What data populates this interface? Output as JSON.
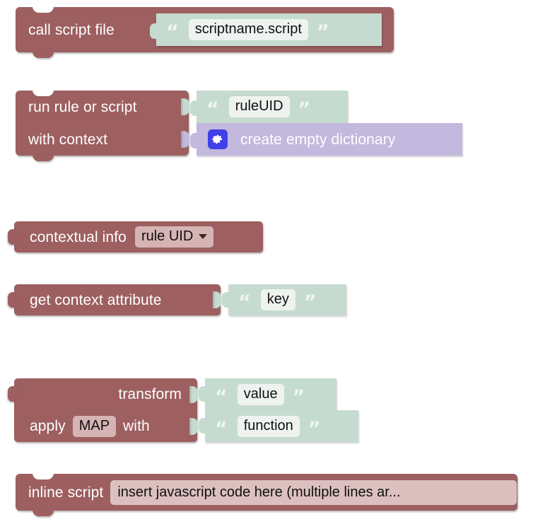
{
  "canvas": {
    "background": "#ffffff",
    "palette": {
      "block_maroon": "#9d5f60",
      "value_green": "#c6dbd0",
      "value_purple": "#c3b8dd",
      "field_light": "#eef3ef",
      "field_pink": "#d6b4b4",
      "field_script": "#dcc0c0",
      "gear_blue": "#4040e8",
      "label_text": "#ffffff",
      "field_text": "#111111"
    }
  },
  "blocks": [
    {
      "id": "call-script-file",
      "kind": "statement",
      "label": "call script file",
      "value": {
        "kind": "text-reporter",
        "open_quote": "“",
        "close_quote": "”",
        "field_value": "scriptname.script"
      }
    },
    {
      "id": "run-rule-or-script",
      "kind": "statement",
      "rows": [
        {
          "label": "run rule or script",
          "value": {
            "kind": "text-reporter",
            "open_quote": "“",
            "close_quote": "”",
            "field_value": "ruleUID"
          }
        },
        {
          "label": "with context",
          "value": {
            "kind": "gear-reporter",
            "icon": "gear-icon",
            "text": "create empty dictionary"
          }
        }
      ]
    },
    {
      "id": "contextual-info",
      "kind": "reporter",
      "label": "contextual info",
      "dropdown": {
        "selected": "rule UID",
        "caret": "chevron-down-icon"
      }
    },
    {
      "id": "get-context-attribute",
      "kind": "reporter",
      "label": "get context attribute",
      "value": {
        "kind": "text-reporter",
        "open_quote": "“",
        "close_quote": "”",
        "field_value": "key"
      }
    },
    {
      "id": "transform-apply",
      "kind": "reporter",
      "rows": [
        {
          "label": "transform",
          "value": {
            "kind": "text-reporter",
            "open_quote": "“",
            "close_quote": "”",
            "field_value": "value"
          }
        },
        {
          "label_before": "apply",
          "field_value": "MAP",
          "label_after": "with",
          "value": {
            "kind": "text-reporter",
            "open_quote": "“",
            "close_quote": "”",
            "field_value": "function"
          }
        }
      ]
    },
    {
      "id": "inline-script",
      "kind": "statement",
      "label": "inline script",
      "script_field": "insert javascript code here (multiple lines ar..."
    }
  ]
}
